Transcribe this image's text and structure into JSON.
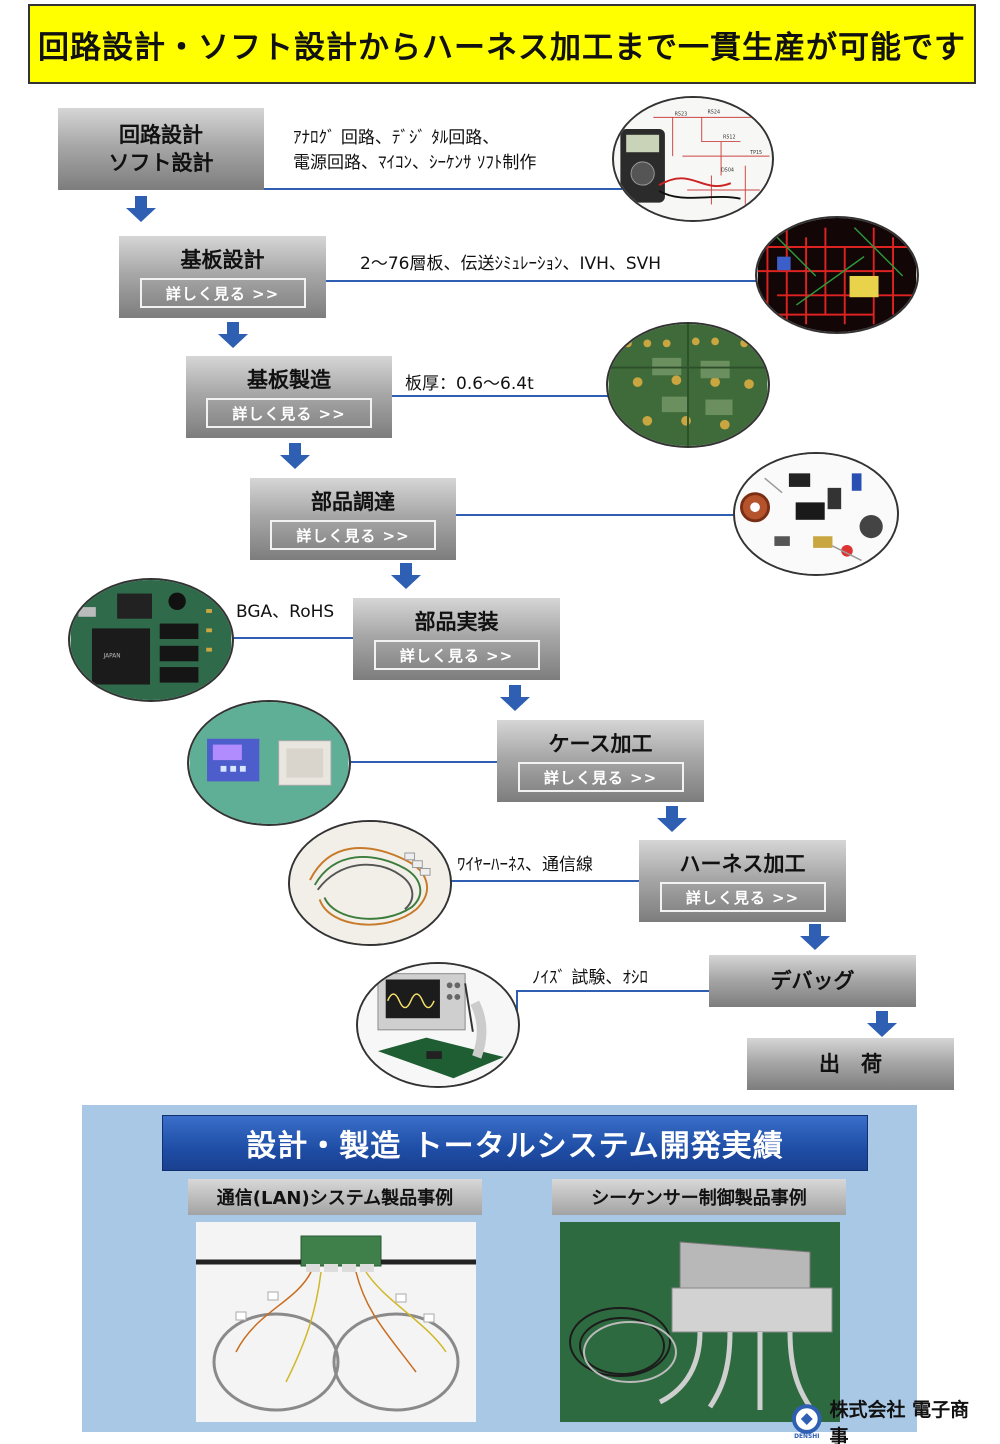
{
  "header": {
    "title": "回路設計・ソフト設計からハーネス加工まで一貫生産が可能です"
  },
  "steps": [
    {
      "title": "回路設計\nソフト設計",
      "more": "",
      "note": "ｱﾅﾛｸﾞ 回路、ﾃﾞｼﾞ ﾀﾙ回路、\n電源回路、ﾏｲｺﾝ、ｼｰｹﾝｻ ｿﾌﾄ制作"
    },
    {
      "title": "基板設計",
      "more": "詳しく見る >>",
      "note": "2〜76層板、伝送ｼﾐｭﾚｰｼｮﾝ、IVH、SVH"
    },
    {
      "title": "基板製造",
      "more": "詳しく見る >>",
      "note": "板厚：0.6〜6.4t"
    },
    {
      "title": "部品調達",
      "more": "詳しく見る >>",
      "note": ""
    },
    {
      "title": "部品実装",
      "more": "詳しく見る >>",
      "note": "BGA、RoHS"
    },
    {
      "title": "ケース加工",
      "more": "詳しく見る >>",
      "note": ""
    },
    {
      "title": "ハーネス加工",
      "more": "詳しく見る >>",
      "note": "ﾜｲﾔｰﾊｰﾈｽ、通信線"
    },
    {
      "title": "デバッグ",
      "more": "",
      "note": "ﾉｲｽﾞ 試験、ｵｼﾛ"
    },
    {
      "title": "出　荷",
      "more": "",
      "note": ""
    }
  ],
  "results": {
    "title": "設計・製造 トータルシステム開発実績",
    "cases": [
      {
        "label": "通信(LAN)システム製品事例"
      },
      {
        "label": "シーケンサー制御製品事例"
      }
    ]
  },
  "company": {
    "name": "株式会社 電子商事",
    "mark": "DENSHI"
  },
  "colors": {
    "banner": "#ffff00",
    "accent": "#2e5fb3",
    "results_bg": "#a9c8e6",
    "title_blue": "#1f4ea6"
  }
}
